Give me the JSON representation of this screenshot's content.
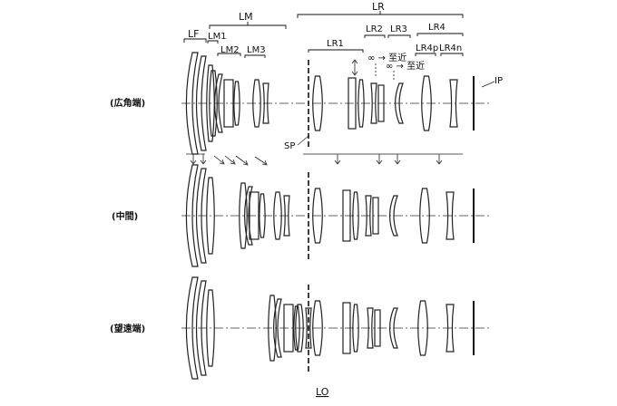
{
  "group_labels": {
    "LM": "LM",
    "LR": "LR",
    "LF": "LF",
    "LM1": "LM1",
    "LM2": "LM2",
    "LM3": "LM3",
    "LR1": "LR1",
    "LR2": "LR2",
    "LR3": "LR3",
    "LR4": "LR4",
    "LR4p": "LR4p",
    "LR4n": "LR4n",
    "IP": "IP",
    "SP": "SP"
  },
  "focus_labels": {
    "near_1": "∞ → 至近",
    "near_2": "∞ → 至近"
  },
  "rows": [
    {
      "label": "(広角端)"
    },
    {
      "label": "(中間)"
    },
    {
      "label": "(望遠端)"
    }
  ],
  "figure_label": "LO"
}
